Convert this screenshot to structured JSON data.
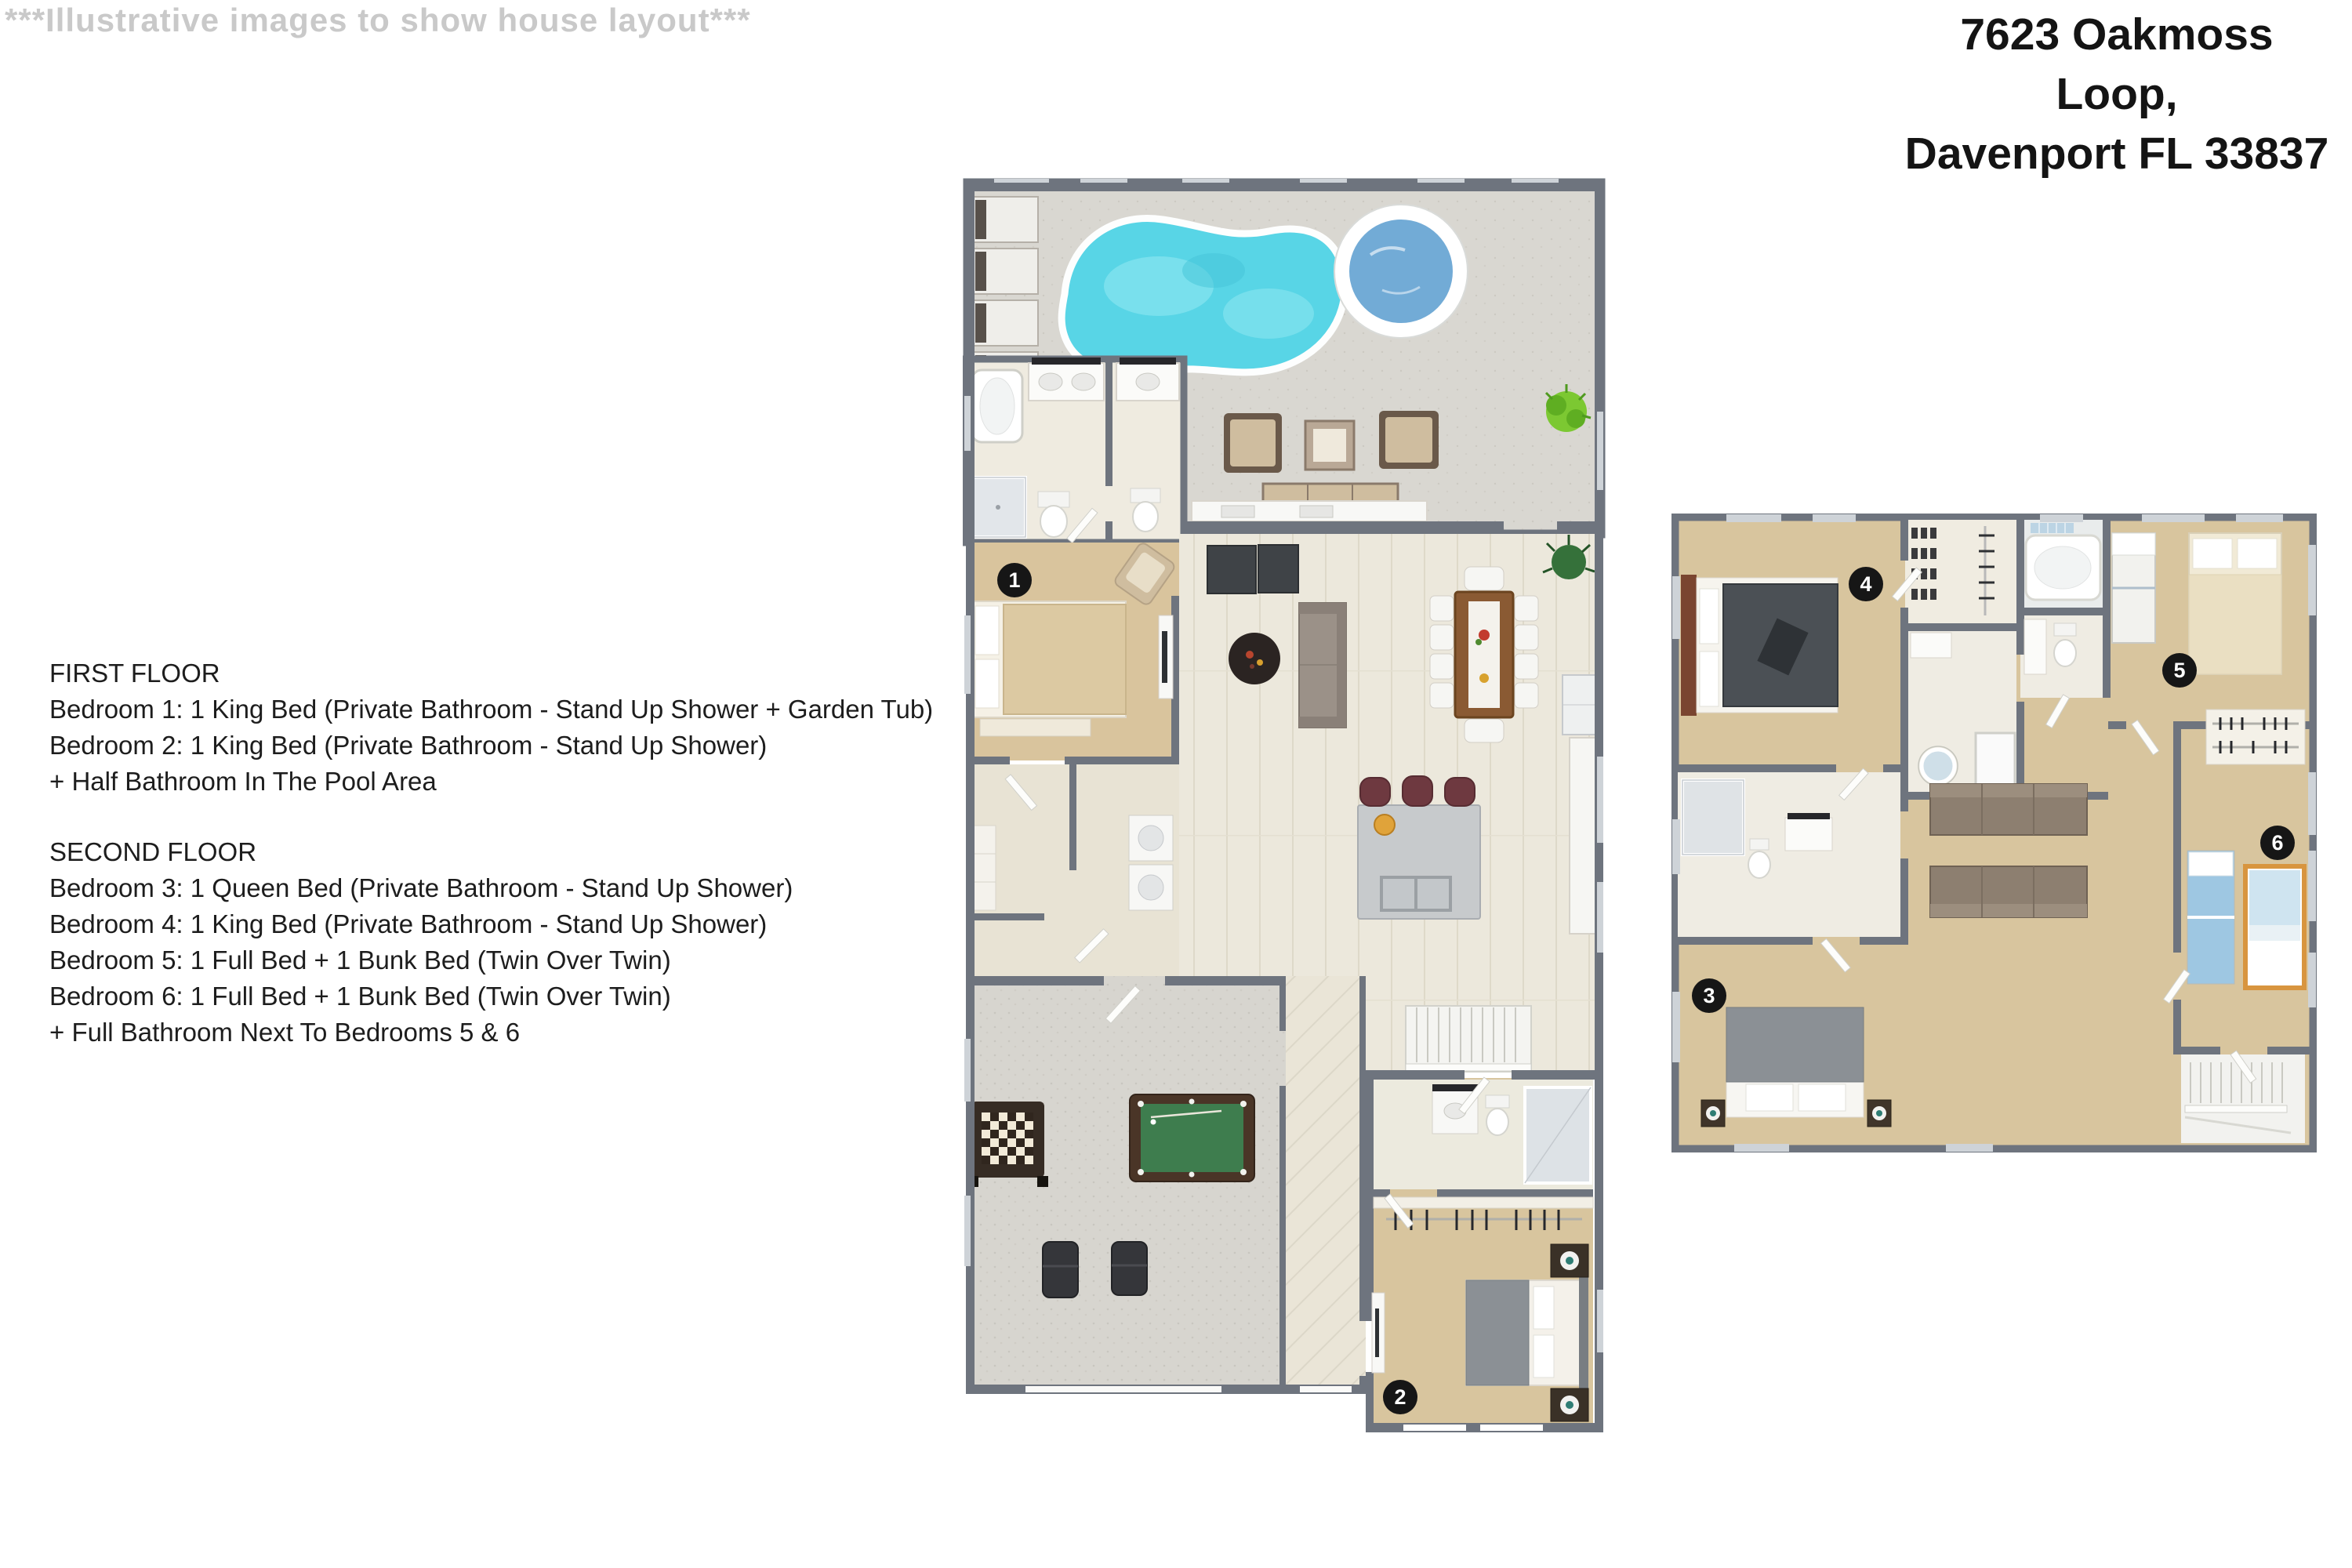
{
  "watermark": "***Illustrative images to show house layout***",
  "address": {
    "line1": "7623 Oakmoss Loop,",
    "line2": "Davenport FL 33837"
  },
  "description": {
    "first_floor": {
      "heading": "FIRST FLOOR",
      "lines": [
        "Bedroom 1: 1 King Bed (Private Bathroom - Stand Up Shower + Garden Tub)",
        "Bedroom 2: 1 King Bed (Private Bathroom - Stand Up Shower)",
        "+ Half Bathroom In The Pool Area"
      ]
    },
    "second_floor": {
      "heading": "SECOND FLOOR",
      "lines": [
        "Bedroom 3: 1 Queen Bed (Private Bathroom - Stand Up Shower)",
        "Bedroom 4: 1 King Bed (Private Bathroom - Stand Up Shower)",
        "Bedroom 5: 1 Full Bed + 1 Bunk Bed (Twin Over Twin)",
        "Bedroom 6: 1 Full Bed + 1 Bunk Bed (Twin Over Twin)",
        "+ Full Bathroom Next To Bedrooms 5 & 6"
      ]
    }
  },
  "markers": {
    "first_floor": [
      {
        "number": "1"
      },
      {
        "number": "2"
      }
    ],
    "second_floor": [
      {
        "number": "3"
      },
      {
        "number": "4"
      },
      {
        "number": "5"
      },
      {
        "number": "6"
      }
    ]
  },
  "colors": {
    "wall": "#6e747e",
    "pool_water": "#58d5e6",
    "spa_water": "#72abd6",
    "deck": "#d9d7d1",
    "interior_floor": "#ece8dc",
    "bedroom_floor": "#d8c59e",
    "pool_table_felt": "#3e7d4e",
    "marker_bg": "#161616",
    "watermark_text": "#c9c9c9"
  }
}
